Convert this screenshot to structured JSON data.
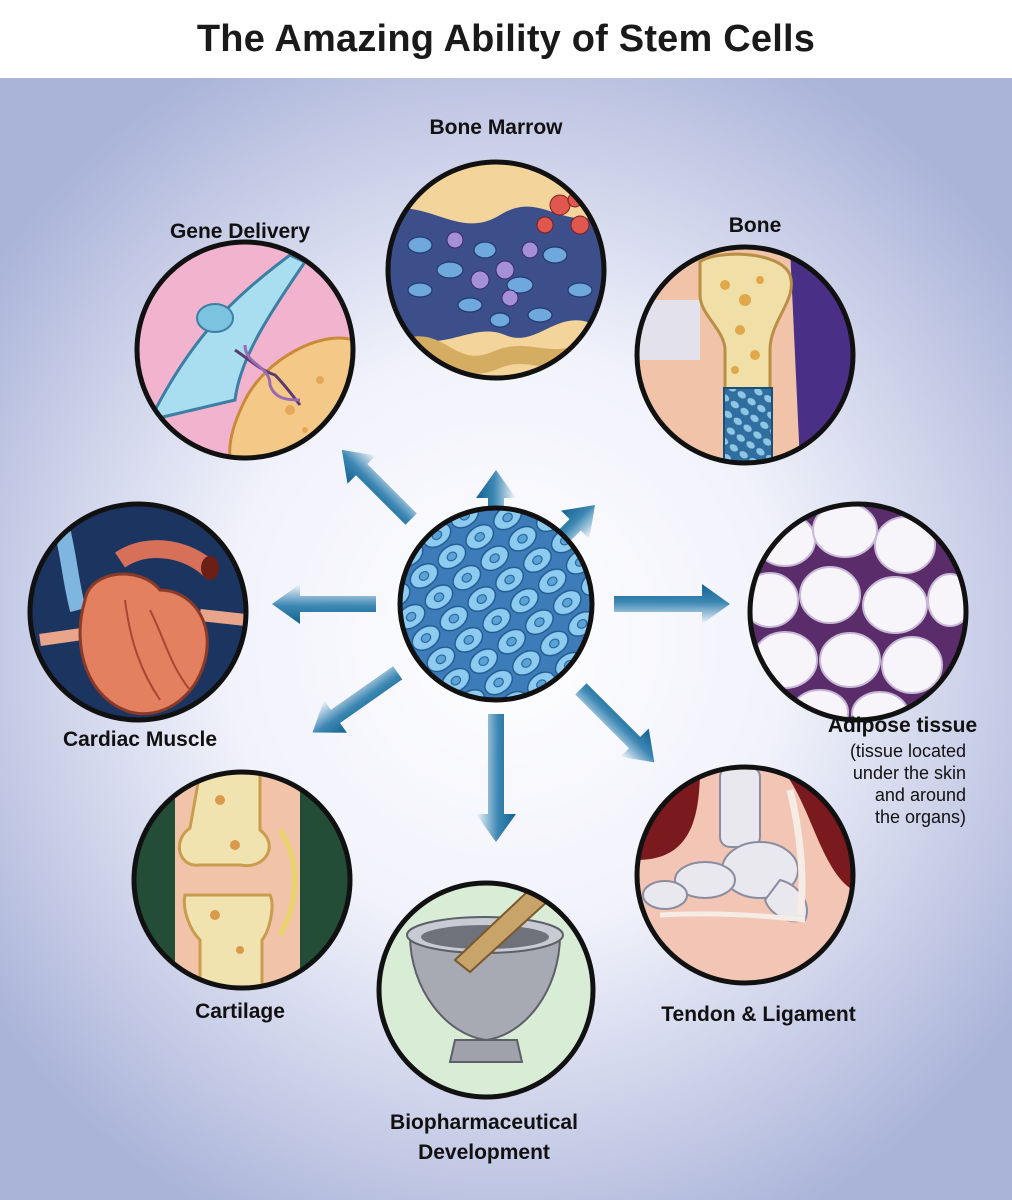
{
  "title": "The Amazing Ability of Stem Cells",
  "center": {
    "name": "stem-cells",
    "icon": "stem-cell-tissue-icon"
  },
  "nodes": [
    {
      "id": "bone-marrow",
      "label": "Bone Marrow",
      "icon": "bone-marrow-icon"
    },
    {
      "id": "bone",
      "label": "Bone",
      "icon": "bone-icon"
    },
    {
      "id": "adipose",
      "label": "Adipose tissue",
      "note": [
        "(tissue located",
        "under the skin",
        "and around",
        "the organs)"
      ],
      "icon": "fat-cells-icon"
    },
    {
      "id": "tendon",
      "label": "Tendon & Ligament",
      "icon": "ankle-tendon-icon"
    },
    {
      "id": "biopharma",
      "label": [
        "Biopharmaceutical",
        "Development"
      ],
      "icon": "mortar-pestle-icon"
    },
    {
      "id": "cartilage",
      "label": "Cartilage",
      "icon": "knee-joint-icon"
    },
    {
      "id": "cardiac",
      "label": "Cardiac Muscle",
      "icon": "heart-icon"
    },
    {
      "id": "gene",
      "label": "Gene Delivery",
      "icon": "dna-cell-icon"
    }
  ],
  "colors": {
    "arrow": "#1b73a6",
    "circle_border": "#111111",
    "background": "#b9c2e2"
  }
}
